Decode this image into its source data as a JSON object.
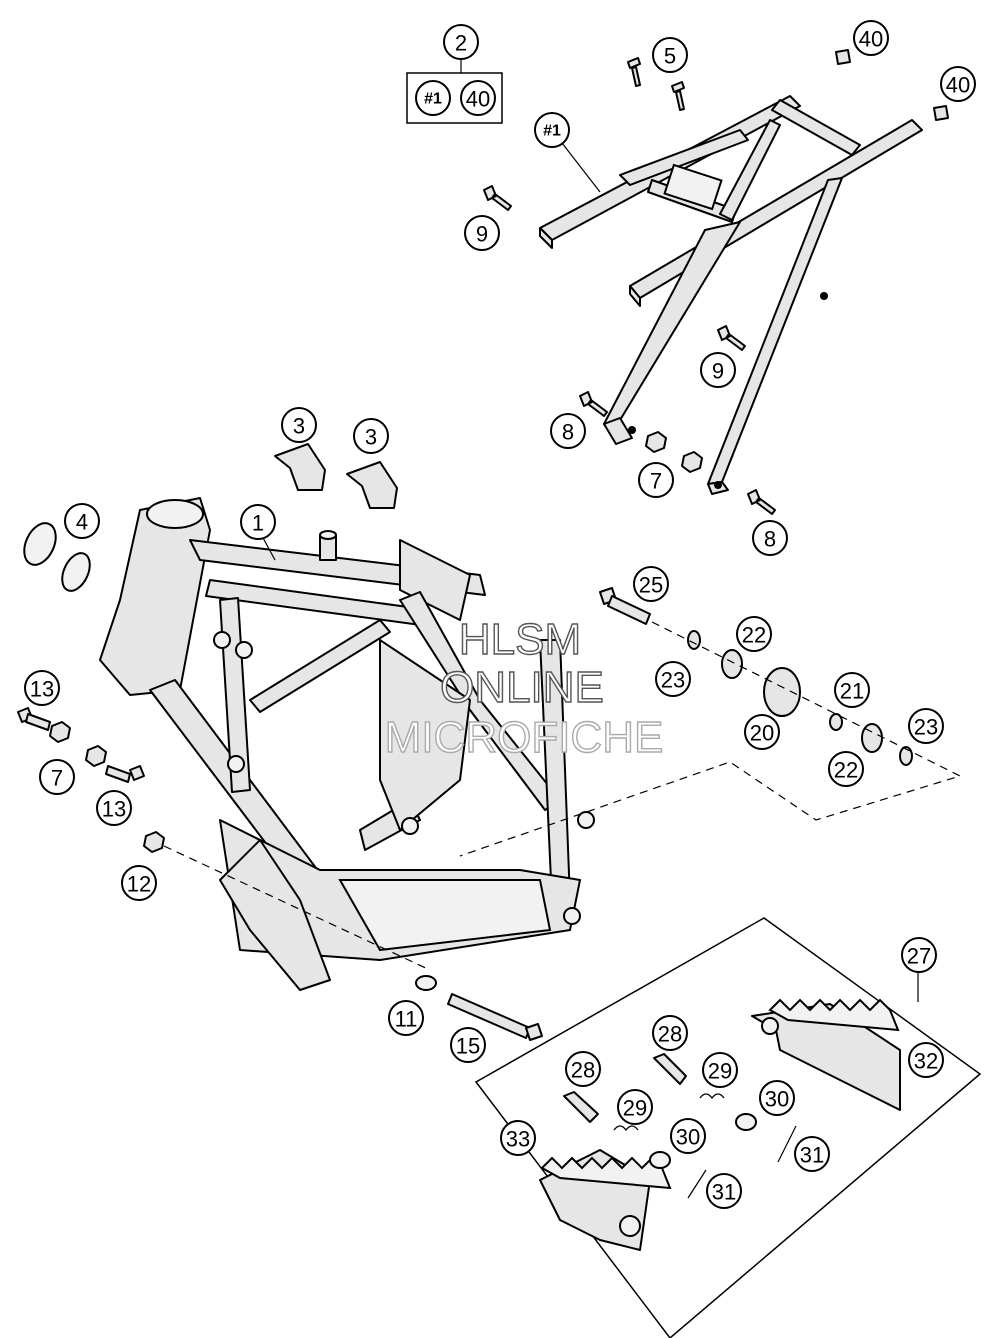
{
  "watermark": {
    "line1": "HLSM",
    "line2": "ONLINE",
    "line3": "MICROFICHE"
  },
  "callouts": [
    {
      "id": "c2",
      "label": "2"
    },
    {
      "id": "c1a",
      "label": "#1"
    },
    {
      "id": "c40a",
      "label": "40"
    },
    {
      "id": "c5",
      "label": "5"
    },
    {
      "id": "c40b",
      "label": "40"
    },
    {
      "id": "c40c",
      "label": "40"
    },
    {
      "id": "c1b",
      "label": "#1"
    },
    {
      "id": "c9a",
      "label": "9"
    },
    {
      "id": "c9b",
      "label": "9"
    },
    {
      "id": "c8a",
      "label": "8"
    },
    {
      "id": "c7a",
      "label": "7"
    },
    {
      "id": "c8b",
      "label": "8"
    },
    {
      "id": "c3a",
      "label": "3"
    },
    {
      "id": "c3b",
      "label": "3"
    },
    {
      "id": "c4",
      "label": "4"
    },
    {
      "id": "c1",
      "label": "1"
    },
    {
      "id": "c25",
      "label": "25"
    },
    {
      "id": "c22a",
      "label": "22"
    },
    {
      "id": "c23a",
      "label": "23"
    },
    {
      "id": "c21",
      "label": "21"
    },
    {
      "id": "c23b",
      "label": "23"
    },
    {
      "id": "c20",
      "label": "20"
    },
    {
      "id": "c22b",
      "label": "22"
    },
    {
      "id": "c13a",
      "label": "13"
    },
    {
      "id": "c7b",
      "label": "7"
    },
    {
      "id": "c13b",
      "label": "13"
    },
    {
      "id": "c12",
      "label": "12"
    },
    {
      "id": "c11",
      "label": "11"
    },
    {
      "id": "c15",
      "label": "15"
    },
    {
      "id": "c27",
      "label": "27"
    },
    {
      "id": "c28a",
      "label": "28"
    },
    {
      "id": "c29a",
      "label": "29"
    },
    {
      "id": "c32",
      "label": "32"
    },
    {
      "id": "c28b",
      "label": "28"
    },
    {
      "id": "c30a",
      "label": "30"
    },
    {
      "id": "c29b",
      "label": "29"
    },
    {
      "id": "c30b",
      "label": "30"
    },
    {
      "id": "c31a",
      "label": "31"
    },
    {
      "id": "c33",
      "label": "33"
    },
    {
      "id": "c31b",
      "label": "31"
    }
  ]
}
